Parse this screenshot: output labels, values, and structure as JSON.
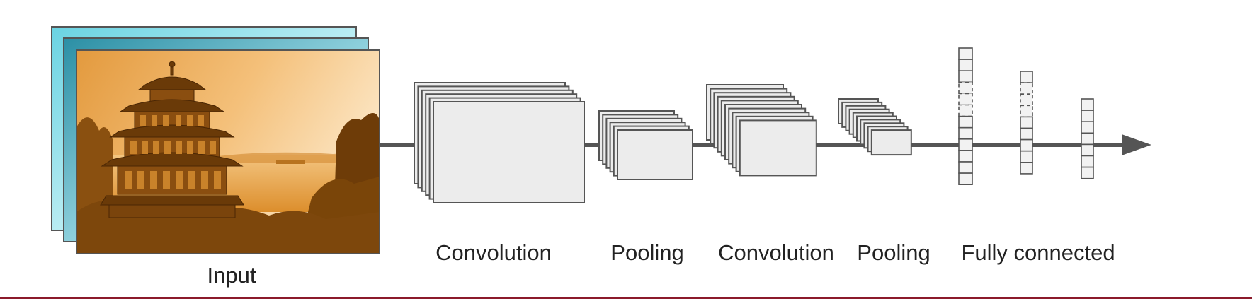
{
  "labels": {
    "input": "Input",
    "conv1": "Convolution",
    "pool1": "Pooling",
    "conv2": "Convolution",
    "pool2": "Pooling",
    "fc": "Fully connected"
  },
  "colors": {
    "line": "#555555",
    "box_fill": "#ececec",
    "box_stroke": "#555555",
    "input_front_tint": "#e8901c",
    "input_back_tint": "#4fc3d6",
    "bottom_rule": "#8b1a2b"
  },
  "input_channels": 3,
  "conv1_feature_maps": 6,
  "pool1_feature_maps": 6,
  "conv2_feature_maps": 10,
  "pool2_feature_maps": 10,
  "fc_layers": [
    {
      "cells": 12,
      "has_gap": true
    },
    {
      "cells": 9,
      "has_gap": true
    },
    {
      "cells": 7,
      "has_gap": false
    }
  ]
}
